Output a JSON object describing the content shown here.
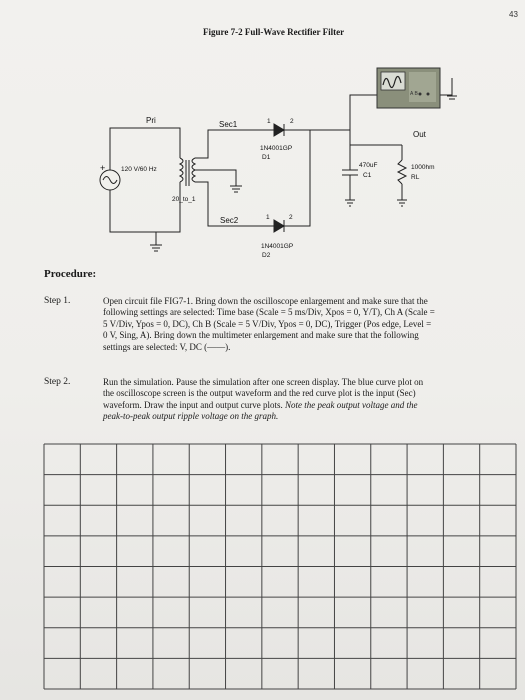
{
  "page_number": "43",
  "figure_title": "Figure 7-2 Full-Wave Rectifier Filter",
  "circuit": {
    "source_label": "120 V/60 Hz",
    "transformer_pri": "Pri",
    "transformer_ratio": "20_to_1",
    "sec1": "Sec1",
    "sec2": "Sec2",
    "diode1_pin1": "1",
    "diode1_pin2": "2",
    "diode1_part": "1N4001GP",
    "diode1_name": "D1",
    "diode2_pin1": "1",
    "diode2_pin2": "2",
    "diode2_part": "1N4001GP",
    "diode2_name": "D2",
    "cap_value": "470uF",
    "cap_name": "C1",
    "res_value": "1000hm",
    "res_name": "RL",
    "out_label": "Out",
    "scope_small_text": "A   B"
  },
  "procedure_heading": "Procedure:",
  "steps": [
    {
      "number": "Step 1.",
      "lines": [
        "Open circuit file FIG7-1. Bring down the oscilloscope enlargement and make sure that the",
        "following settings are selected: Time base (Scale = 5 ms/Div, Xpos = 0, Y/T), Ch A (Scale =",
        "5 V/Div, Ypos = 0, DC), Ch B (Scale = 5 V/Div, Ypos = 0, DC), Trigger (Pos edge, Level =",
        "0 V, Sing, A). Bring down the multimeter enlargement and make sure that the following",
        "settings are selected: V, DC (——)."
      ]
    },
    {
      "number": "Step 2.",
      "lines": [
        "Run the simulation. Pause the simulation after one screen display. The blue curve plot on",
        "the oscilloscope screen is the output waveform and the red curve plot is the input (Sec)",
        "waveform. Draw the input and output curve plots."
      ],
      "italic_tail": [
        "Note the peak output voltage and the",
        "peak-to-peak output ripple voltage on the graph."
      ]
    }
  ],
  "graph_grid": {
    "columns": 13,
    "rows": 8
  }
}
